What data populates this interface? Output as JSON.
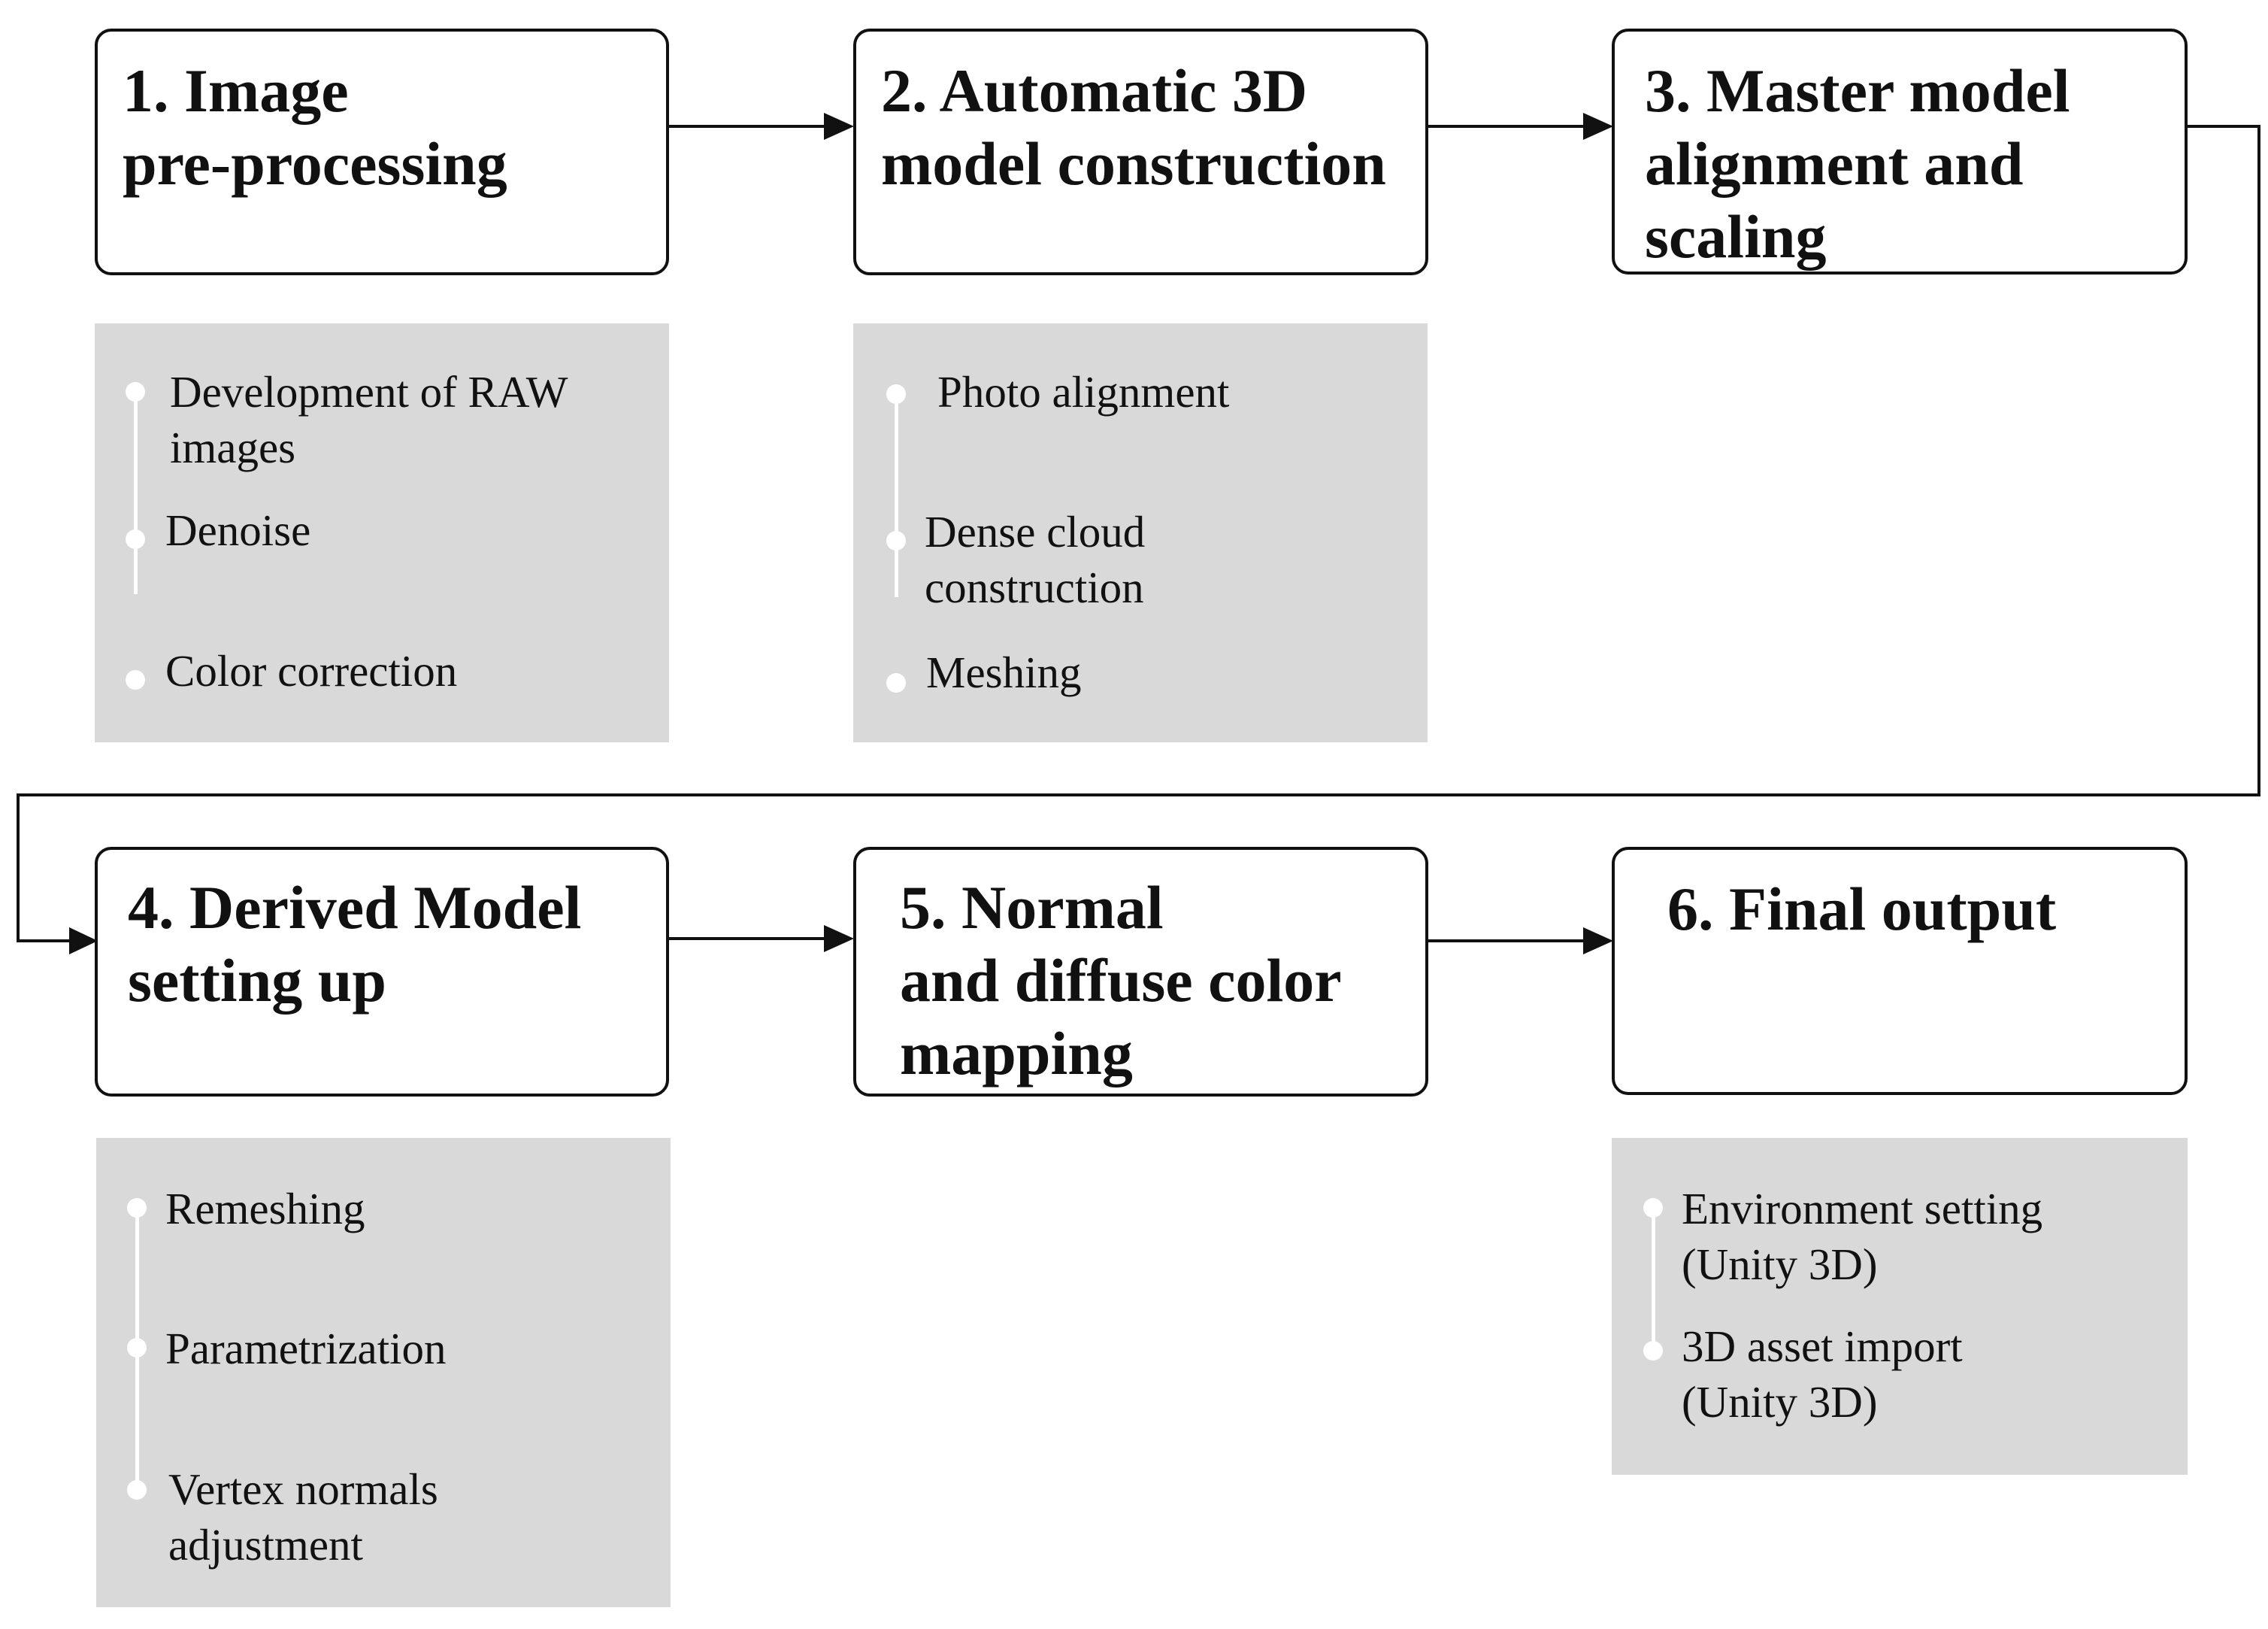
{
  "steps": [
    {
      "title": "1. Image\npre-processing"
    },
    {
      "title": "2. Automatic 3D\nmodel construction"
    },
    {
      "title": "3. Master model\nalignment and\nscaling"
    },
    {
      "title": "4. Derived Model\nsetting up"
    },
    {
      "title": "5. Normal\nand diffuse color\nmapping"
    },
    {
      "title": "6. Final output"
    }
  ],
  "panels": [
    {
      "step": 1,
      "items": [
        "Development of RAW\nimages",
        "Denoise",
        "Color correction"
      ]
    },
    {
      "step": 2,
      "items": [
        "Photo alignment",
        "Dense cloud\nconstruction",
        "Meshing"
      ]
    },
    {
      "step": 4,
      "items": [
        "Remeshing",
        "Parametrization",
        "Vertex normals\nadjustment"
      ]
    },
    {
      "step": 6,
      "items": [
        "Environment setting\n(Unity 3D)",
        "3D asset import\n(Unity 3D)"
      ]
    }
  ],
  "colors": {
    "line": "#111111",
    "panel_fill": "#d9d9d9",
    "bullet": "#ffffff"
  }
}
